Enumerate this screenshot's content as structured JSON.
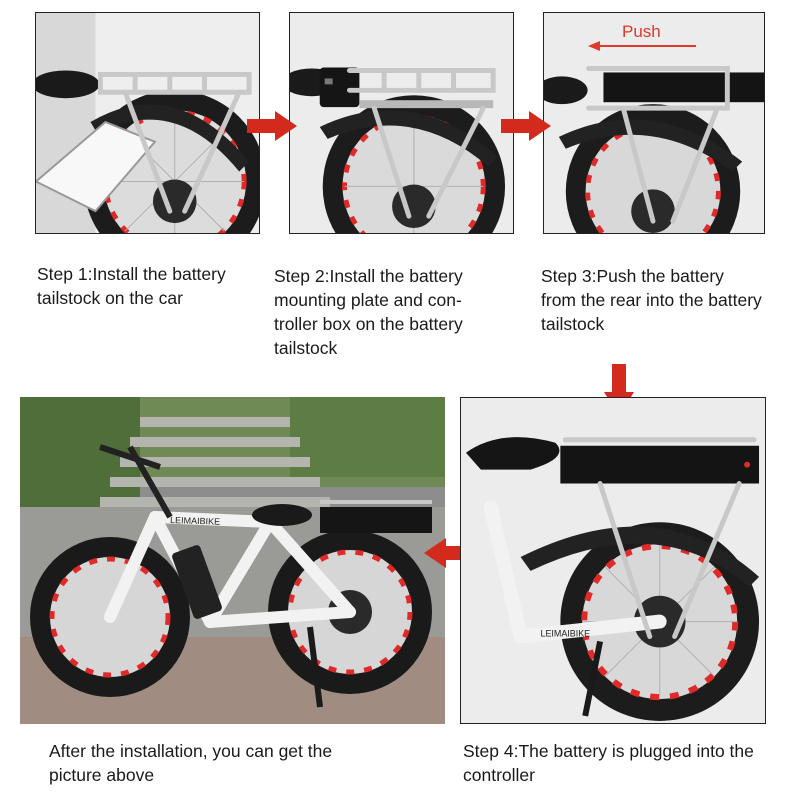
{
  "steps": [
    {
      "caption": "Step 1:Install the battery tailstock on the car"
    },
    {
      "caption": "Step 2:Install the battery mounting plate and con- troller box on the battery tailstock"
    },
    {
      "caption": "Step 3:Push the battery from the rear into the battery tailstock"
    },
    {
      "caption": "Step 4:The battery is plugged into the controller"
    }
  ],
  "push_label": "Push",
  "final_caption": "After the installation, you can get the picture above",
  "brand_text": "LEIMAIBIKE",
  "colors": {
    "arrow": "#d42a1e",
    "frame": "#ffffff",
    "tire": "#1c1c1c",
    "rim_accent": "#e02a2a"
  }
}
